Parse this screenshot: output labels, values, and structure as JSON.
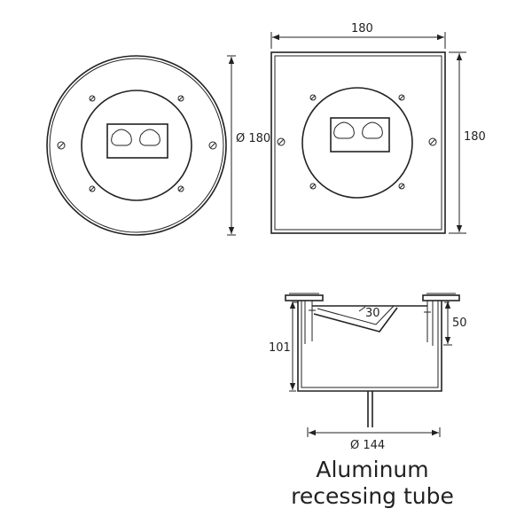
{
  "drawing": {
    "round_view": {
      "diameter_label": "Ø 180"
    },
    "square_view": {
      "width_label": "180",
      "height_label": "180"
    },
    "section_view": {
      "angle_label": "30",
      "depth_label": "50",
      "height_label": "101",
      "diameter_label": "Ø 144"
    },
    "caption": {
      "line1": "Aluminum",
      "line2": "recessing tube"
    }
  }
}
